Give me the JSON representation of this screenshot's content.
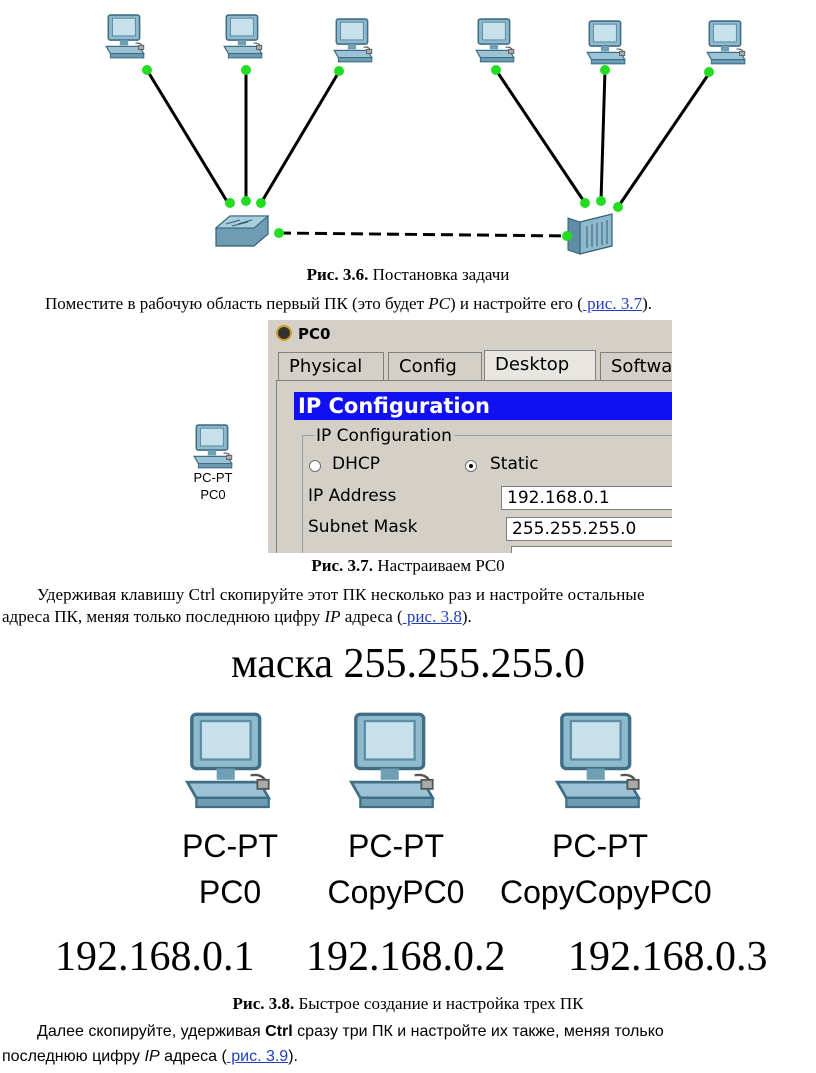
{
  "figure36": {
    "caption_label": "Рис. 3.6.",
    "caption_text": " Постановка задачи"
  },
  "para1": {
    "text_before": "Поместите в рабочую область первый ПК (это будет ",
    "italic": "PC",
    "text_mid": ") и настройте его (",
    "link": " рис. 3.7",
    "text_after": ")."
  },
  "small_pc": {
    "model": "PC-PT",
    "name": "PC0"
  },
  "pt_window": {
    "title": "PC0",
    "tabs": [
      "Physical",
      "Config",
      "Desktop",
      "Softwa"
    ],
    "active_tab": "Desktop",
    "header": "IP Configuration",
    "group_label": "IP Configuration",
    "dhcp_label": "DHCP",
    "static_label": "Static",
    "ip_label": "IP Address",
    "ip_value": "192.168.0.1",
    "mask_label": "Subnet Mask",
    "mask_value": "255.255.255.0"
  },
  "figure37": {
    "caption_label": "Рис. 3.7.",
    "caption_text": " Настраиваем PC0"
  },
  "para2": {
    "line1": "Удерживая клавишу Ctrl скопируйте этот ПК несколько раз и настройте остальные",
    "line2_before": "адреса ПК, меняя только последнюю цифру ",
    "italic": "IP",
    "line2_mid": " адреса (",
    "link": " рис. 3.8",
    "line2_after": ")."
  },
  "figure38_image": {
    "mask_text": "маска 255.255.255.0",
    "pcs": [
      {
        "model": "PC-PT",
        "name": "PC0",
        "ip": "192.168.0.1"
      },
      {
        "model": "PC-PT",
        "name": "CopyPC0",
        "ip": "192.168.0.2"
      },
      {
        "model": "PC-PT",
        "name": "CopyCopyPC0",
        "ip": "192.168.0.3"
      }
    ]
  },
  "figure38": {
    "caption_label": "Рис. 3.8.",
    "caption_text": " Быстрое создание и настройка трех ПК"
  },
  "para3": {
    "line1_before": "Далее скопируйте, удерживая ",
    "bold": "Ctrl",
    "line1_after": " сразу три ПК и настройте их также, меняя только",
    "line2_before": "последнюю цифру ",
    "italic": "IP",
    "line2_mid": " адреса (",
    "link": " рис. 3.9",
    "line2_after": ")."
  },
  "colors": {
    "link_point": "#22dd22",
    "pt_header_bg": "#1010f0",
    "monitor": "#6fa8c0"
  }
}
